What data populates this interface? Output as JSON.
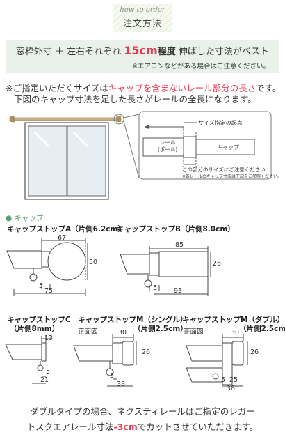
{
  "header": {
    "script": "how to order",
    "title": "注文方法"
  },
  "formula": {
    "part1": "窓枠外寸 ＋ 左右それぞれ ",
    "highlight": "15cm",
    "part2": "程度",
    "part3": " 伸ばした寸法がベスト",
    "note": "※エアコンなどがある場合はご注意ください。"
  },
  "notice": {
    "line1_a": "※ご指定いただくサイズは",
    "line1_red": "キャップを含まないレール部分の長さ",
    "line1_b": "です。",
    "line2": "下図のキャップ寸法を足した長さがレールの全長になります。"
  },
  "diagram": {
    "start": "サイズ指定の起点",
    "rail_line1": "レール",
    "rail_line2": "(ポール)",
    "cap": "キャップ",
    "callout1": "この部分のサイズにご注意ください",
    "callout2": "※各レールのキャップ寸法は下記をご参照ください。"
  },
  "section_title": "● キャップ",
  "caps": {
    "a": {
      "title": "キャップストップA（片側6.2cm）",
      "d1": "67",
      "d2": "50",
      "d3": "5",
      "d4": "75"
    },
    "b": {
      "title": "キャップストップB（片側8.0cm）",
      "d1": "85",
      "d2": "26",
      "d3": "5",
      "d4": "93"
    },
    "c": {
      "title1": "キャップストップC",
      "title2": "（片側8mm）",
      "d1": "13",
      "d2": "5",
      "d3": "21"
    },
    "ms": {
      "title1": "キャップストップM（シングル）",
      "front": "正面図",
      "title2": "（片側2.5cm）",
      "d1": "30",
      "d2": "26",
      "d3": "5",
      "d4": "38"
    },
    "md": {
      "title1": "キャップストップM（ダブル）",
      "front": "正面図",
      "title2": "（片側2.5cm）",
      "d1": "30",
      "d2": "26",
      "d3": "5",
      "d4": "25",
      "d5": "38"
    }
  },
  "bottom": {
    "line1": "ダブルタイプの場合、ネクスティレールはご指定のレガー",
    "line2_a": "トスクエアレール寸法",
    "line2_red": "-3cm",
    "line2_b": "でカットさせていただきます。"
  },
  "colors": {
    "accent_red": "#e8384f",
    "box_green": "#e9f1ea",
    "section_green": "#5aa06a"
  }
}
